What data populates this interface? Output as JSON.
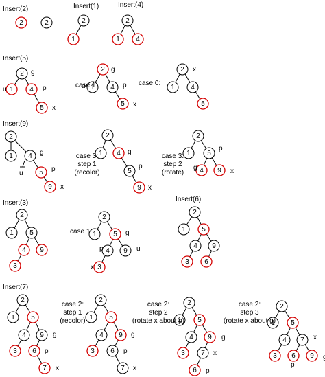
{
  "sections": [
    {
      "title": "Insert(2)",
      "trees": [
        {
          "nodes": [
            {
              "v": "2",
              "c": "red"
            }
          ],
          "edges": [],
          "labels": []
        },
        {
          "nodes": [
            {
              "v": "2",
              "c": "black"
            }
          ],
          "edges": [],
          "labels": []
        }
      ]
    },
    {
      "title": "Insert(1)",
      "trees": [
        {
          "nodes": [
            {
              "v": "2",
              "c": "black"
            },
            {
              "v": "1",
              "c": "red"
            }
          ],
          "edges": [
            [
              0,
              1
            ]
          ],
          "labels": []
        }
      ]
    },
    {
      "title": "Insert(4)",
      "trees": [
        {
          "nodes": [
            {
              "v": "2",
              "c": "black"
            },
            {
              "v": "1",
              "c": "red"
            },
            {
              "v": "4",
              "c": "red"
            }
          ],
          "edges": [
            [
              0,
              1
            ],
            [
              0,
              2
            ]
          ],
          "labels": []
        }
      ]
    },
    {
      "title": "Insert(5)",
      "trees": [
        {
          "nodes": [
            {
              "v": "2",
              "c": "black"
            },
            {
              "v": "1",
              "c": "red"
            },
            {
              "v": "4",
              "c": "red"
            },
            {
              "v": "5",
              "c": "red"
            }
          ],
          "edges": [
            [
              0,
              1
            ],
            [
              0,
              2
            ],
            [
              2,
              3
            ]
          ],
          "labels": [
            {
              "n": 0,
              "t": "g"
            },
            {
              "n": 1,
              "t": "u"
            },
            {
              "n": 2,
              "t": "p"
            },
            {
              "n": 3,
              "t": "x"
            }
          ]
        },
        {
          "nodes": [
            {
              "v": "2",
              "c": "red"
            },
            {
              "v": "1",
              "c": "black"
            },
            {
              "v": "4",
              "c": "black"
            },
            {
              "v": "5",
              "c": "red"
            }
          ],
          "edges": [
            [
              0,
              1
            ],
            [
              0,
              2
            ],
            [
              2,
              3
            ]
          ],
          "labels": [
            {
              "n": 0,
              "t": "g"
            },
            {
              "n": 1,
              "t": "u"
            },
            {
              "n": 2,
              "t": "p"
            },
            {
              "n": 3,
              "t": "x"
            }
          ]
        },
        {
          "nodes": [
            {
              "v": "2",
              "c": "black"
            },
            {
              "v": "1",
              "c": "black"
            },
            {
              "v": "4",
              "c": "black"
            },
            {
              "v": "5",
              "c": "red"
            }
          ],
          "edges": [
            [
              0,
              1
            ],
            [
              0,
              2
            ],
            [
              2,
              3
            ]
          ],
          "labels": [
            {
              "n": 0,
              "t": "x"
            }
          ]
        }
      ],
      "captions": [
        "case 1:",
        "case 0:"
      ]
    },
    {
      "title": "Insert(9)",
      "trees": [
        {
          "nodes": [
            {
              "v": "2",
              "c": "black"
            },
            {
              "v": "1",
              "c": "black"
            },
            {
              "v": "4",
              "c": "black"
            },
            {
              "v": "5",
              "c": "red"
            },
            {
              "v": "9",
              "c": "red"
            }
          ],
          "edges": [
            [
              0,
              1
            ],
            [
              0,
              2
            ],
            [
              2,
              3
            ],
            [
              3,
              4
            ]
          ],
          "labels": [
            {
              "n": 2,
              "t": "g"
            },
            {
              "n": 3,
              "t": "p"
            },
            {
              "n": 4,
              "t": "x"
            }
          ],
          "nil": "u"
        },
        {
          "nodes": [
            {
              "v": "2",
              "c": "black"
            },
            {
              "v": "1",
              "c": "black"
            },
            {
              "v": "4",
              "c": "red"
            },
            {
              "v": "5",
              "c": "black"
            },
            {
              "v": "9",
              "c": "red"
            }
          ],
          "edges": [
            [
              0,
              1
            ],
            [
              0,
              2
            ],
            [
              2,
              3
            ],
            [
              3,
              4
            ]
          ],
          "labels": [
            {
              "n": 2,
              "t": "g"
            },
            {
              "n": 3,
              "t": "p"
            },
            {
              "n": 4,
              "t": "x"
            }
          ]
        },
        {
          "nodes": [
            {
              "v": "2",
              "c": "black"
            },
            {
              "v": "1",
              "c": "black"
            },
            {
              "v": "5",
              "c": "black"
            },
            {
              "v": "4",
              "c": "red"
            },
            {
              "v": "9",
              "c": "red"
            }
          ],
          "edges": [
            [
              0,
              1
            ],
            [
              0,
              2
            ],
            [
              2,
              3
            ],
            [
              2,
              4
            ]
          ],
          "labels": [
            {
              "n": 2,
              "t": "p"
            },
            {
              "n": 3,
              "t": "g"
            },
            {
              "n": 4,
              "t": "x"
            }
          ]
        }
      ],
      "captions": [
        [
          "case 3:",
          "step 1",
          "(recolor)"
        ],
        [
          "case 3:",
          "step 2",
          "(rotate)"
        ]
      ]
    },
    {
      "title": "Insert(3)",
      "trees": [
        {
          "nodes": [
            {
              "v": "2",
              "c": "black"
            },
            {
              "v": "1",
              "c": "black"
            },
            {
              "v": "5",
              "c": "black"
            },
            {
              "v": "4",
              "c": "red"
            },
            {
              "v": "9",
              "c": "red"
            },
            {
              "v": "3",
              "c": "red"
            }
          ],
          "edges": [
            [
              0,
              1
            ],
            [
              0,
              2
            ],
            [
              2,
              3
            ],
            [
              2,
              4
            ],
            [
              3,
              5
            ]
          ],
          "labels": []
        },
        {
          "nodes": [
            {
              "v": "2",
              "c": "black"
            },
            {
              "v": "1",
              "c": "black"
            },
            {
              "v": "5",
              "c": "red"
            },
            {
              "v": "4",
              "c": "black"
            },
            {
              "v": "9",
              "c": "black"
            },
            {
              "v": "3",
              "c": "red"
            }
          ],
          "edges": [
            [
              0,
              1
            ],
            [
              0,
              2
            ],
            [
              2,
              3
            ],
            [
              2,
              4
            ],
            [
              3,
              5
            ]
          ],
          "labels": [
            {
              "n": 2,
              "t": "g"
            },
            {
              "n": 3,
              "t": "p"
            },
            {
              "n": 4,
              "t": "u"
            },
            {
              "n": 5,
              "t": "x"
            }
          ]
        }
      ],
      "captions": [
        "case 1:"
      ]
    },
    {
      "title": "Insert(6)",
      "trees": [
        {
          "nodes": [
            {
              "v": "2",
              "c": "black"
            },
            {
              "v": "1",
              "c": "black"
            },
            {
              "v": "5",
              "c": "red"
            },
            {
              "v": "4",
              "c": "black"
            },
            {
              "v": "9",
              "c": "black"
            },
            {
              "v": "3",
              "c": "red"
            },
            {
              "v": "6",
              "c": "red"
            }
          ],
          "edges": [
            [
              0,
              1
            ],
            [
              0,
              2
            ],
            [
              2,
              3
            ],
            [
              2,
              4
            ],
            [
              3,
              5
            ],
            [
              4,
              6
            ]
          ],
          "labels": []
        }
      ]
    },
    {
      "title": "Insert(7)",
      "trees": [
        {
          "nodes": [
            {
              "v": "2",
              "c": "black"
            },
            {
              "v": "1",
              "c": "black"
            },
            {
              "v": "5",
              "c": "red"
            },
            {
              "v": "4",
              "c": "black"
            },
            {
              "v": "9",
              "c": "black"
            },
            {
              "v": "3",
              "c": "red"
            },
            {
              "v": "6",
              "c": "red"
            },
            {
              "v": "7",
              "c": "red"
            }
          ],
          "edges": [
            [
              0,
              1
            ],
            [
              0,
              2
            ],
            [
              2,
              3
            ],
            [
              2,
              4
            ],
            [
              3,
              5
            ],
            [
              4,
              6
            ],
            [
              6,
              7
            ]
          ],
          "labels": [
            {
              "n": 4,
              "t": "g"
            },
            {
              "n": 6,
              "t": "p"
            },
            {
              "n": 7,
              "t": "x"
            }
          ]
        },
        {
          "nodes": [
            {
              "v": "2",
              "c": "black"
            },
            {
              "v": "1",
              "c": "black"
            },
            {
              "v": "5",
              "c": "red"
            },
            {
              "v": "4",
              "c": "black"
            },
            {
              "v": "9",
              "c": "red"
            },
            {
              "v": "3",
              "c": "red"
            },
            {
              "v": "6",
              "c": "black"
            },
            {
              "v": "7",
              "c": "black"
            }
          ],
          "edges": [
            [
              0,
              1
            ],
            [
              0,
              2
            ],
            [
              2,
              3
            ],
            [
              2,
              4
            ],
            [
              3,
              5
            ],
            [
              4,
              6
            ],
            [
              6,
              7
            ]
          ],
          "labels": [
            {
              "n": 4,
              "t": "g"
            },
            {
              "n": 6,
              "t": "p"
            },
            {
              "n": 7,
              "t": "x"
            }
          ]
        },
        {
          "nodes": [
            {
              "v": "2",
              "c": "black"
            },
            {
              "v": "1",
              "c": "black"
            },
            {
              "v": "5",
              "c": "red"
            },
            {
              "v": "4",
              "c": "black"
            },
            {
              "v": "9",
              "c": "red"
            },
            {
              "v": "3",
              "c": "red"
            },
            {
              "v": "7",
              "c": "black"
            },
            {
              "v": "6",
              "c": "red"
            }
          ],
          "edges": [
            [
              0,
              1
            ],
            [
              0,
              2
            ],
            [
              2,
              3
            ],
            [
              2,
              4
            ],
            [
              3,
              5
            ],
            [
              4,
              6
            ],
            [
              6,
              7
            ]
          ],
          "labels": [
            {
              "n": 4,
              "t": "g"
            },
            {
              "n": 6,
              "t": "x"
            },
            {
              "n": 7,
              "t": "p"
            }
          ]
        },
        {
          "nodes": [
            {
              "v": "2",
              "c": "black"
            },
            {
              "v": "1",
              "c": "black"
            },
            {
              "v": "5",
              "c": "red"
            },
            {
              "v": "4",
              "c": "black"
            },
            {
              "v": "7",
              "c": "black"
            },
            {
              "v": "3",
              "c": "red"
            },
            {
              "v": "6",
              "c": "red"
            },
            {
              "v": "9",
              "c": "red"
            }
          ],
          "edges": [
            [
              0,
              1
            ],
            [
              0,
              2
            ],
            [
              2,
              3
            ],
            [
              2,
              4
            ],
            [
              3,
              5
            ],
            [
              4,
              6
            ],
            [
              4,
              7
            ]
          ],
          "labels": [
            {
              "n": 4,
              "t": "x"
            },
            {
              "n": 6,
              "t": "p"
            },
            {
              "n": 7,
              "t": "g"
            }
          ]
        }
      ],
      "captions": [
        [
          "case 2:",
          "step 1",
          "(recolor)"
        ],
        [
          "case 2:",
          "step 2",
          "(rotate x about p)"
        ],
        [
          "case 2:",
          "step 3",
          "(rotate x about g)"
        ]
      ]
    }
  ],
  "colors": {
    "red": "#d40000",
    "black": "#000000"
  }
}
